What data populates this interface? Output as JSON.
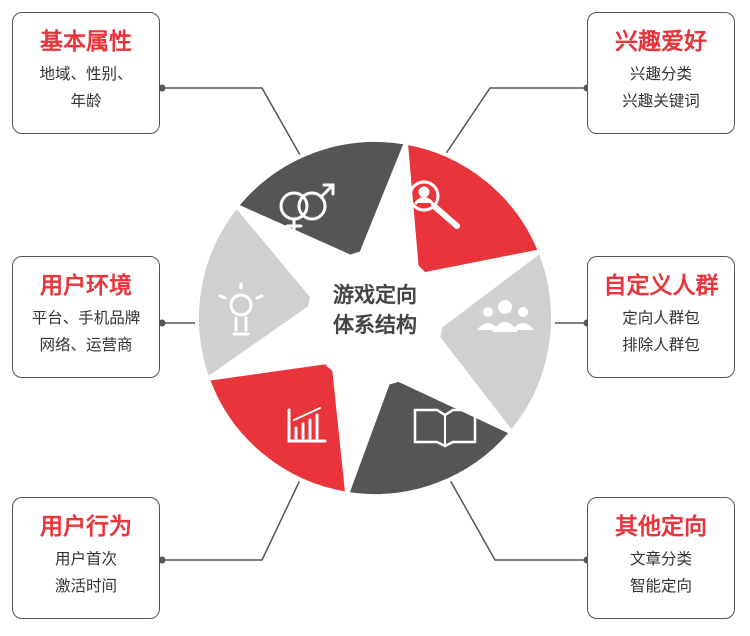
{
  "center": {
    "line1": "游戏定向",
    "line2": "体系结构"
  },
  "boxes": [
    {
      "title": "基本属性",
      "lines": [
        "地域、性别、",
        "年龄"
      ]
    },
    {
      "title": "兴趣爱好",
      "lines": [
        "兴趣分类",
        "兴趣关键词"
      ]
    },
    {
      "title": "用户环境",
      "lines": [
        "平台、手机品牌",
        "网络、运营商"
      ]
    },
    {
      "title": "自定义人群",
      "lines": [
        "定向人群包",
        "排除人群包"
      ]
    },
    {
      "title": "用户行为",
      "lines": [
        "用户首次",
        "激活时间"
      ]
    },
    {
      "title": "其他定向",
      "lines": [
        "文章分类",
        "智能定向"
      ]
    }
  ],
  "colors": {
    "red": "#e8343a",
    "dark": "#555558",
    "light": "#d0d0d0"
  }
}
